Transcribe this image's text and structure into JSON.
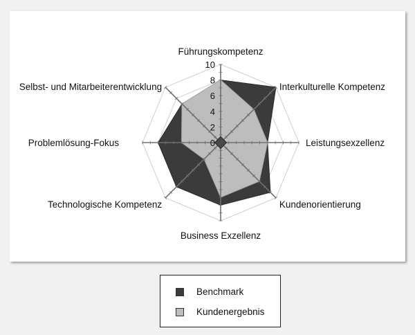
{
  "chart_data": {
    "type": "radar",
    "title": "",
    "categories": [
      "Führungskompetenz",
      "Interkulturelle Kompetenz",
      "Leistungsexzellenz",
      "Kundenorientierung",
      "Business Exzellenz",
      "Technologische Kompetenz",
      "Problemlösung-Fokus",
      "Selbst- und Mitarbeiterentwicklung"
    ],
    "series": [
      {
        "name": "Benchmark",
        "values": [
          8,
          10,
          6,
          9,
          8,
          8,
          8,
          7
        ],
        "color": "#3b3b3b"
      },
      {
        "name": "Kundenergebnis",
        "values": [
          8,
          6,
          6,
          7,
          7,
          3,
          5,
          7
        ],
        "color": "#bdbdbd"
      }
    ],
    "rlim": [
      0,
      10
    ],
    "ticks": [
      0,
      2,
      4,
      6,
      8,
      10
    ],
    "grid": true,
    "legend_position": "bottom"
  },
  "legend": {
    "items": [
      {
        "label": "Benchmark",
        "color": "#3b3b3b"
      },
      {
        "label": "Kundenergebnis",
        "color": "#bdbdbd"
      }
    ]
  }
}
